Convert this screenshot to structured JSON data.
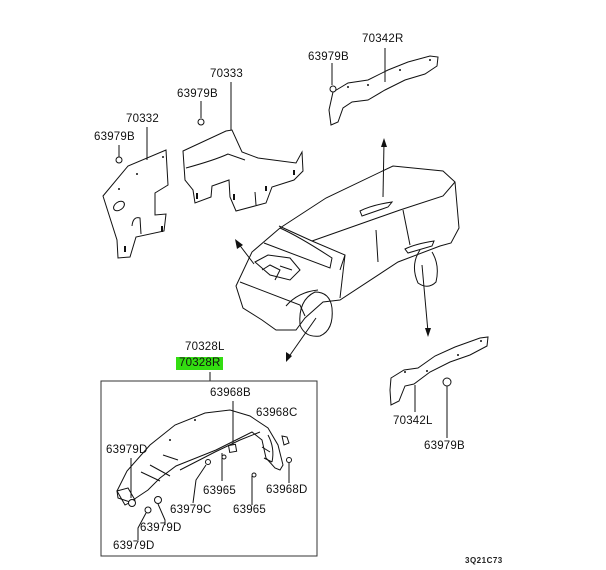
{
  "diagram": {
    "title": "Front fender liner / splash shield parts diagram",
    "code": "3Q21C73",
    "highlight_color": "#33dd11",
    "callouts": {
      "top_right_panel": "70342R",
      "top_right_clip": "63979B",
      "mid_panel": "70333",
      "mid_clip": "63979B",
      "left_panel": "70332",
      "left_clip": "63979B",
      "liner_left": "70328L",
      "liner_right": "70328R",
      "box_clip_b": "63968B",
      "box_clip_c": "63968C",
      "box_clip_d_left": "63979D",
      "box_screw_1": "63965",
      "box_clip_63968d": "63968D",
      "box_clip_79c": "63979C",
      "box_screw_2": "63965",
      "box_clip_d_mid": "63979D",
      "box_clip_d_bottom": "63979D",
      "lower_right_panel": "70342L",
      "lower_right_clip": "63979B"
    },
    "selected_part": "70328R"
  }
}
